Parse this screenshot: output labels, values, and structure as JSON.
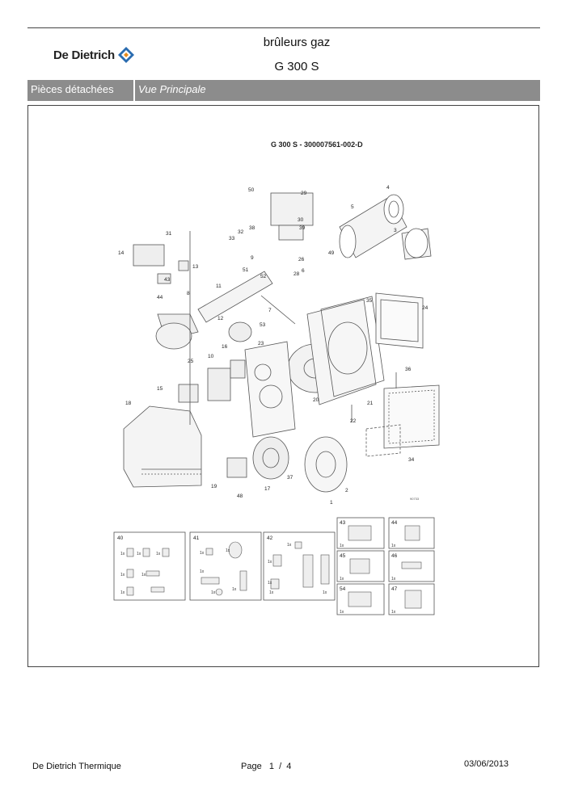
{
  "header": {
    "brand": "De Dietrich",
    "title_line1": "brûleurs gaz",
    "title_line2": "G 300 S"
  },
  "section_bar": {
    "left": "Pièces détachées",
    "right": "Vue Principale"
  },
  "diagram": {
    "title": "G 300 S - 300007561-002-D",
    "drawing_code": "90733",
    "part_labels": [
      "50",
      "29",
      "4",
      "5",
      "3",
      "38",
      "30",
      "39",
      "32",
      "33",
      "31",
      "14",
      "13",
      "43",
      "9",
      "51",
      "52",
      "26",
      "49",
      "6",
      "28",
      "11",
      "44",
      "8",
      "7",
      "35",
      "24",
      "12",
      "53",
      "16",
      "23",
      "10",
      "25",
      "15",
      "20",
      "21",
      "22",
      "36",
      "34",
      "18",
      "17",
      "37",
      "19",
      "48",
      "2",
      "1"
    ],
    "kits": [
      {
        "number": "40",
        "labels": [
          "1x",
          "1x",
          "1x",
          "1x",
          "1x",
          "1x"
        ]
      },
      {
        "number": "41",
        "labels": [
          "1x",
          "1x",
          "1x",
          "1x",
          "1x"
        ]
      },
      {
        "number": "42",
        "labels": [
          "1x",
          "1x",
          "1x",
          "1x",
          "1x"
        ]
      }
    ],
    "small_boxes": [
      {
        "number": "43",
        "qty": "1x"
      },
      {
        "number": "44",
        "qty": "1x"
      },
      {
        "number": "45",
        "qty": "1x"
      },
      {
        "number": "46",
        "qty": "1x"
      },
      {
        "number": "54",
        "qty": "1x"
      },
      {
        "number": "47",
        "qty": "1x"
      }
    ]
  },
  "footer": {
    "company": "De Dietrich Thermique",
    "page": "Page   1  /  4",
    "date": "03/06/2013"
  },
  "colors": {
    "bar": "#8c8c8c",
    "logo_blue": "#2b6cb0",
    "logo_orange": "#e88a1a"
  }
}
